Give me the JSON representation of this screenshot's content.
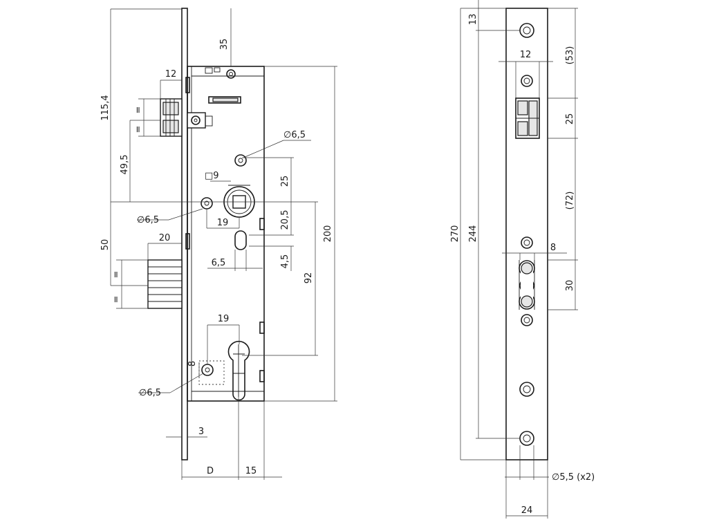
{
  "side_view": {
    "dim_35": "35",
    "dim_12": "12",
    "dim_115_4": "115,4",
    "dim_49_5": "49,5",
    "dim_dia_top": "∅6,5",
    "dim_sq9": "□9",
    "dim_25": "25",
    "dim_dia_left": "∅6,5",
    "dim_19_top": "19",
    "dim_20_5": "20,5",
    "dim_50": "50",
    "dim_20": "20",
    "dim_6_5": "6,5",
    "dim_4_5": "4,5",
    "dim_200": "200",
    "dim_92": "92",
    "dim_19_bottom": "19",
    "dim_8": "8",
    "dim_dia_bottom": "∅6,5",
    "dim_3": "3",
    "dim_D": "D",
    "dim_15": "15",
    "equal_mark": "="
  },
  "front_view": {
    "dim_13": "13",
    "dim_53": "(53)",
    "dim_12": "12",
    "dim_25": "25",
    "dim_72": "(72)",
    "dim_8": "8",
    "dim_30": "30",
    "dim_270": "270",
    "dim_244": "244",
    "dim_hole": "∅5,5 (x2)",
    "dim_24": "24"
  }
}
